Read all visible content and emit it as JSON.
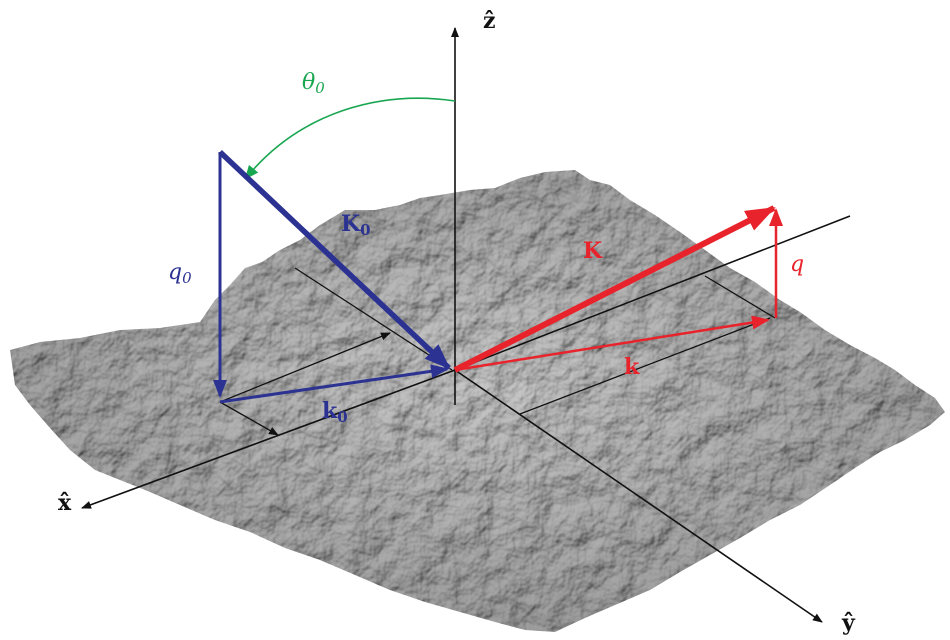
{
  "labels": {
    "z_axis": "ẑ",
    "x_axis": "x̂",
    "y_axis": "ŷ",
    "theta0": "θ",
    "theta0_sub": "0",
    "K0": "K",
    "K0_sub": "0",
    "q0": "q",
    "q0_sub": "0",
    "k0": "k",
    "k0_sub": "0",
    "K": "K",
    "k": "k",
    "q": "q"
  },
  "colors": {
    "incident": "#2b3292",
    "scattered": "#e8232b",
    "angle": "#19a651",
    "axes": "#111111",
    "surface": "#a9a9a9"
  }
}
